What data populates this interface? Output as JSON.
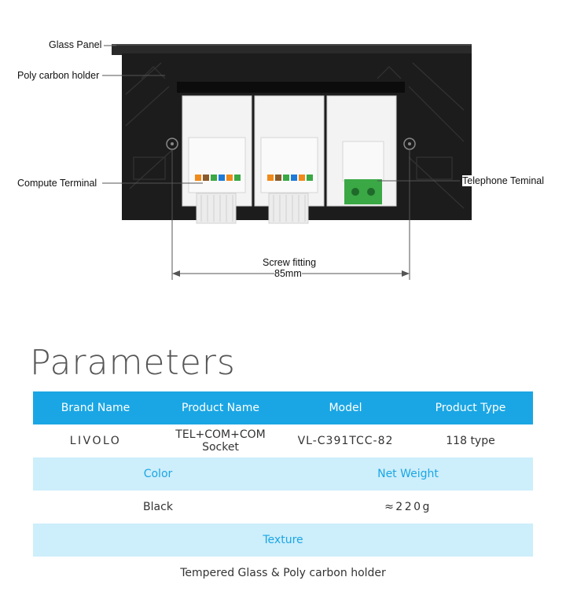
{
  "diagram": {
    "callouts": {
      "glass_panel": "Glass Panel",
      "poly_carbon_holder": "Poly carbon holder",
      "compute_terminal": "Compute Terminal",
      "telephone_terminal": "Telephone Teminal",
      "screw_fitting": "Screw fitting",
      "screw_distance": "85mm"
    },
    "colors": {
      "panel": "#1c1c1c",
      "module": "#f3f3f3",
      "terminal_green": "#3aa845"
    }
  },
  "parameters": {
    "title": "Parameters",
    "colors": {
      "header": "#1aa6e4",
      "subheader": "#cdeefb",
      "subheader_text": "#1aa6e4"
    },
    "headers": [
      "Brand Name",
      "Product Name",
      "Model",
      "Product Type"
    ],
    "values": [
      "LIVOLO",
      "TEL+COM+COM\nSocket",
      "VL-C391TCC-82",
      "118 type"
    ],
    "sub_headers_1": [
      "Color",
      "Net Weight"
    ],
    "sub_values_1": [
      "Black",
      "≈220g"
    ],
    "sub_header_2": "Texture",
    "sub_value_2": "Tempered Glass & Poly carbon holder"
  }
}
